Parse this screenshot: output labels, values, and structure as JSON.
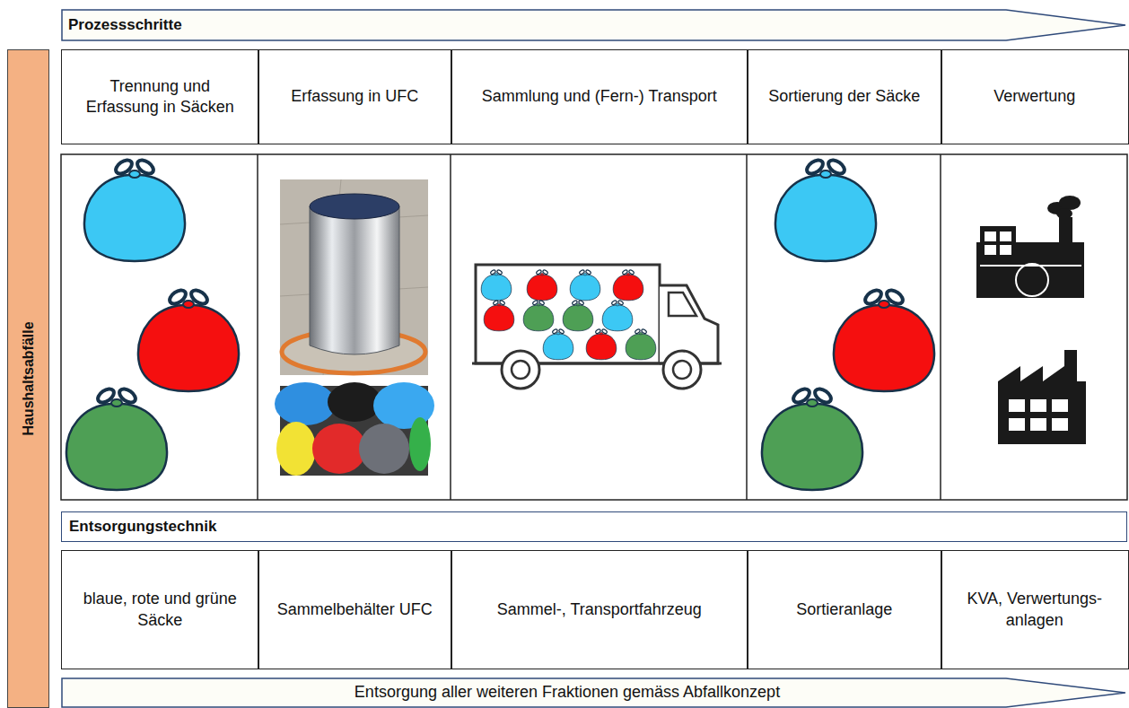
{
  "diagram": {
    "nodes": [
      {
        "text": [
          "Prozessschritte"
        ]
      },
      {
        "text": [
          "Haushaltsabfälle"
        ]
      },
      {
        "text": [
          "Trennung und Erfassung in Säcken"
        ]
      },
      {
        "text": [
          "Erfassung in UFC"
        ]
      },
      {
        "text": [
          "Sammlung und (Fern-) Transport"
        ]
      },
      {
        "text": [
          "Sortierung der Säcke"
        ]
      },
      {
        "text": [
          "Verwertung"
        ]
      },
      {
        "text": [
          "Entsorgungstechnik"
        ]
      },
      {
        "text": [
          "blaue, rote und grüne Säcke"
        ]
      },
      {
        "text": [
          "Sammelbehälter UFC"
        ]
      },
      {
        "text": [
          "Sammel-, Transportfahrzeug"
        ]
      },
      {
        "text": [
          "Sortieranlage"
        ]
      },
      {
        "text": [
          "KVA, Verwertungs- anlagen"
        ]
      },
      {
        "text": [
          "Entsorgung aller weiteren Fraktionen gemäss Abfallkonzept"
        ]
      }
    ]
  }
}
